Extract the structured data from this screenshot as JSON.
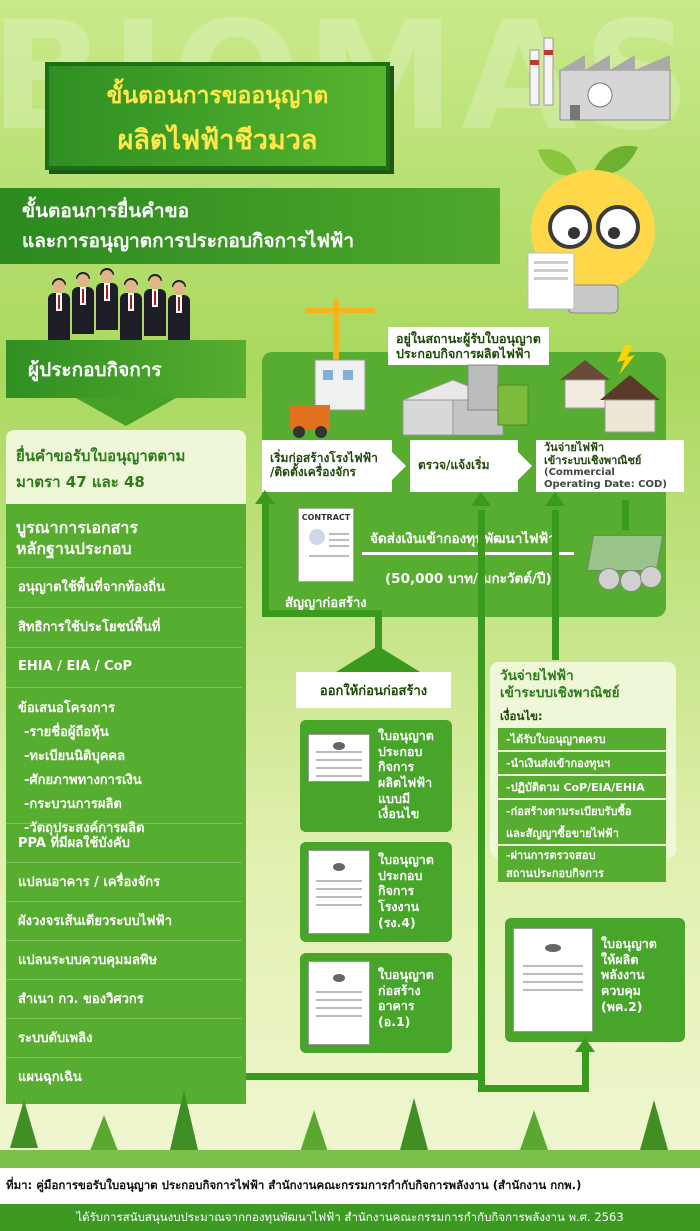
{
  "title": {
    "line1": "ขั้นตอนการขออนุญาต",
    "line2": "ผลิตไฟฟ้าชีวมวล"
  },
  "subtitle": {
    "line1": "ขั้นตอนการยื่นคำขอ",
    "line2": "และการอนุญาตการประกอบกิจการไฟฟ้า"
  },
  "operator_label": "ผู้ประกอบกิจการ",
  "apply_label": {
    "line1": "ยื่นคำขอรับใบอนุญาตตาม",
    "line2": "มาตรา 47 และ 48"
  },
  "integration_label": {
    "line1": "บูรณาการเอกสาร",
    "line2": "หลักฐานประกอบ"
  },
  "docs": {
    "local_permit": "อนุญาตใช้พื้นที่จากท้องถิ่น",
    "land_rights": "สิทธิการใช้ประโยชน์พื้นที่",
    "ehia": "EHIA / EIA / CoP",
    "proposal_title": "ข้อเสนอโครงการ",
    "proposal_items": [
      "-รายชื่อผู้ถือหุ้น",
      "-ทะเบียนนิติบุคคล",
      "-ศักยภาพทางการเงิน",
      "-กระบวนการผลิต",
      "-วัตถุประสงค์การผลิต"
    ],
    "ppa": "PPA ที่มีผลใช้บังคับ",
    "building_plan": "แปลนอาคาร / เครื่องจักร",
    "single_line": "ผังวงจรเส้นเดียวระบบไฟฟ้า",
    "pollution_plan": "แปลนระบบควบคุมมลพิษ",
    "engineer_license": "สำเนา กว. ของวิศวกร",
    "fire_system": "ระบบดับเพลิง",
    "emergency_plan": "แผนฉุกเฉิน"
  },
  "status_label": {
    "line1": "อยู่ในสถานะผู้รับใบอนุญาต",
    "line2": "ประกอบกิจการผลิตไฟฟ้า"
  },
  "steps": {
    "start_construction": {
      "line1": "เริ่มก่อสร้างโรงไฟฟ้า",
      "line2": "/ติดตั้งเครื่องจักร"
    },
    "inspect": "ตรวจ/แจ้งเริ่ม",
    "cod": {
      "line1": "วันจ่ายไฟฟ้า",
      "line2": "เข้าระบบเชิงพาณิชย์",
      "line3": "(Commercial",
      "line4": "Operating Date: COD)"
    }
  },
  "contract": {
    "doc_label": "CONTRACT",
    "caption": "สัญญาก่อสร้าง"
  },
  "fund": {
    "line1": "จัดส่งเงินเข้ากองทุนพัฒนาไฟฟ้า",
    "line2": "(50,000 บาท/เมกะวัตต์/ปี)"
  },
  "pre_construction_label": "ออกให้ก่อนก่อสร้าง",
  "licenses": {
    "conditional": [
      "ใบอนุญาต",
      "ประกอบ",
      "กิจการ",
      "ผลิตไฟฟ้า",
      "แบบมี",
      "เงื่อนไข"
    ],
    "factory": [
      "ใบอนุญาต",
      "ประกอบ",
      "กิจการ",
      "โรงงาน",
      "(รง.4)"
    ],
    "building": [
      "ใบอนุญาต",
      "ก่อสร้าง",
      "อาคาร",
      "(อ.1)"
    ],
    "controlled_energy": [
      "ใบอนุญาต",
      "ให้ผลิต",
      "พลังงาน",
      "ควบคุม",
      "(พค.2)"
    ]
  },
  "cod_box": {
    "title1": "วันจ่ายไฟฟ้า",
    "title2": "เข้าระบบเชิงพาณิชย์",
    "conditions_label": "เงื่อนไข:",
    "conditions": [
      "-ได้รับใบอนุญาตครบ",
      "-นำเงินส่งเข้ากองทุนฯ",
      "-ปฏิบัติตาม CoP/EIA/EHIA",
      "-ก่อสร้างตามระเบียบรับซื้อ",
      "และสัญญาซื้อขายไฟฟ้า",
      "-ผ่านการตรวจสอบ",
      "สถานประกอบกิจการ"
    ]
  },
  "footer": {
    "source": "ที่มา: คู่มือการขอรับใบอนุญาต ประกอบกิจการไฟฟ้า สำนักงานคณะกรรมการกำกับกิจการพลังงาน (สำนักงาน กกพ.)",
    "support": "ได้รับการสนับสนุนงบประมาณจากกองทุนพัฒนาไฟฟ้า สำนักงานคณะกรรมการกำกับกิจการพลังงาน พ.ศ. 2563"
  },
  "colors": {
    "dark_green": "#2f8f22",
    "mid_green": "#57ad2f",
    "title_yellow": "#ffe84a",
    "flow_green": "#3a9a1e"
  }
}
